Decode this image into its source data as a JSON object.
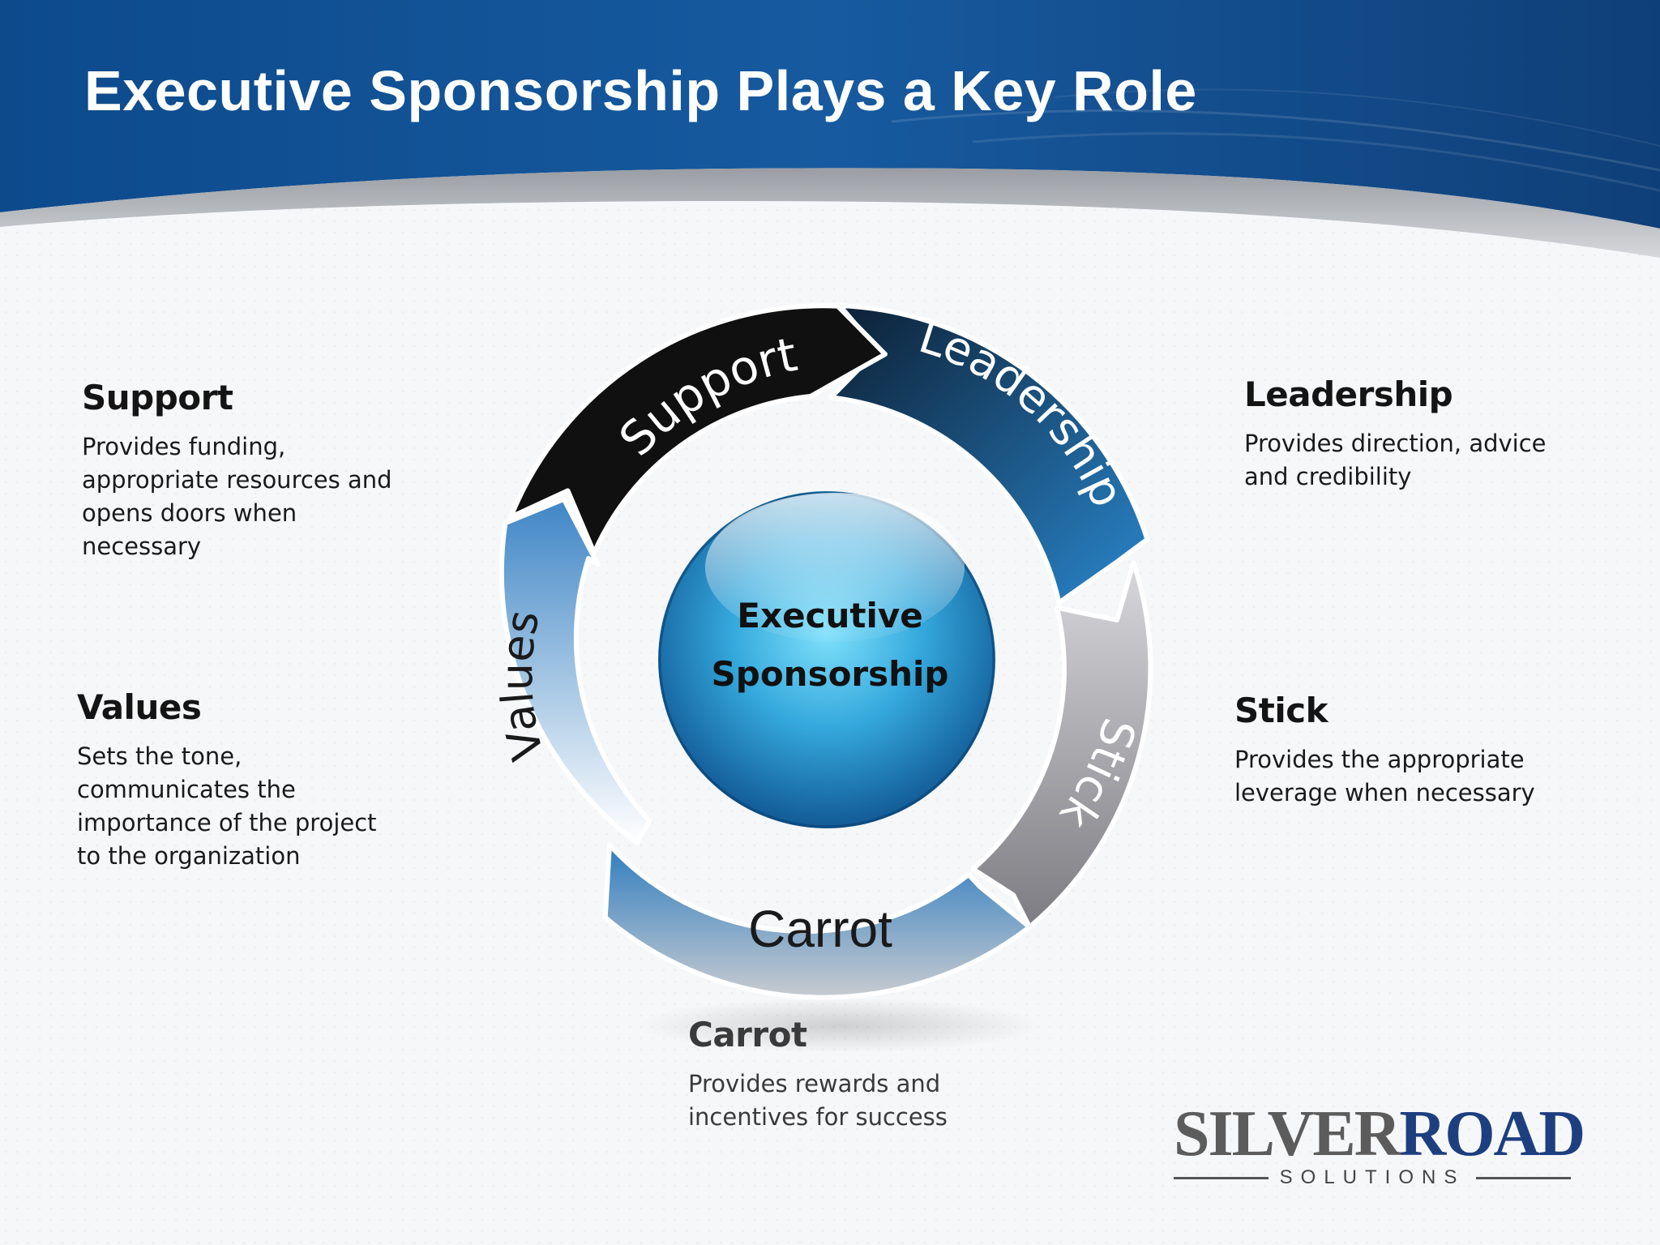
{
  "title": "Executive Sponsorship Plays a Key Role",
  "center": {
    "line1": "Executive",
    "line2": "Sponsorship"
  },
  "cycle_labels": {
    "support": "Support",
    "leadership": "Leadership",
    "stick": "Stick",
    "carrot": "Carrot",
    "values": "Values"
  },
  "descriptions": {
    "support": {
      "heading": "Support",
      "lines": [
        "Provides funding,",
        "appropriate resources and",
        "opens doors when",
        "necessary"
      ]
    },
    "leadership": {
      "heading": "Leadership",
      "lines": [
        "Provides direction, advice",
        "and credibility"
      ]
    },
    "values": {
      "heading": "Values",
      "lines": [
        "Sets the tone,",
        "communicates the",
        "importance of the project",
        "to the organization"
      ]
    },
    "stick": {
      "heading": "Stick",
      "lines": [
        "Provides the appropriate",
        "leverage when necessary"
      ]
    },
    "carrot": {
      "heading": "Carrot",
      "lines": [
        "Provides rewards and",
        "incentives for success"
      ]
    }
  },
  "logo": {
    "word_a": "SILVER",
    "word_b": "ROAD",
    "sub": "SOLUTIONS"
  },
  "colors": {
    "banner_blue": "#17569c",
    "support_segment": "#101010",
    "leadership_segment": "#1d6fb0",
    "stick_segment": "#8f8f94",
    "carrot_segment": "#3b86c4",
    "values_segment": "#5d9ad0",
    "center_orb": "#2a9bd2"
  }
}
